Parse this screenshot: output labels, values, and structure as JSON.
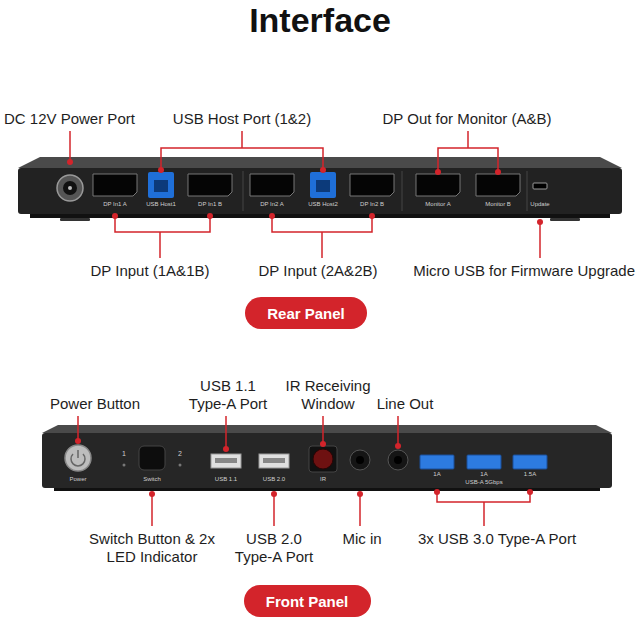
{
  "diagram": {
    "title": "Interface",
    "nodes": [
      {
        "text": [
          "Rear Panel"
        ]
      },
      {
        "text": [
          "Front Panel"
        ]
      }
    ],
    "labels": [
      "DC 12V Power Port",
      "USB Host Port (1&2)",
      "DP Out for Monitor (A&B)",
      "DP In1 A",
      "USB Host1",
      "DP In1 B",
      "DP In2 A",
      "USB Host2",
      "DP In2 B",
      "Monitor A",
      "Monitor B",
      "Update",
      "DP Input (1A&1B)",
      "DP Input (2A&2B)",
      "Micro USB for Firmware Upgrade",
      "Power Button",
      "USB 1.1 Type-A Port",
      "IR Receiving Window",
      "Line Out",
      "Power",
      "1",
      "2",
      "Switch",
      "USB 1.1",
      "USB 2.0",
      "IR",
      "1A",
      "1A",
      "1.5A",
      "USB-A 5Gbps",
      "Switch Button & 2x LED Indicator",
      "USB 2.0 Type-A Port",
      "Mic in",
      "3x USB 3.0 Type-A Port"
    ]
  }
}
